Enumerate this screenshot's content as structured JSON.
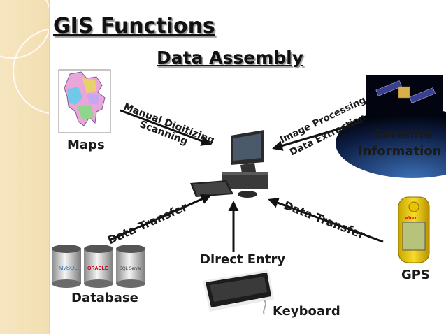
{
  "slide": {
    "title": "GIS Functions",
    "subtitle": "Data Assembly"
  },
  "nodes": {
    "maps": "Maps",
    "satellite_line1": "Satellite",
    "satellite_line2": "Information",
    "database": "Database",
    "gps": "GPS",
    "keyboard": "Keyboard",
    "direct_entry": "Direct Entry"
  },
  "edges": {
    "manual_digitizing": "Manual Digitizing",
    "scanning": "Scanning",
    "image_processing": "Image Processing",
    "data_extraction": "Data Extraction",
    "data_transfer_left": "Data Transfer",
    "data_transfer_right": "Data Transfer"
  },
  "db_labels": [
    "MySQL",
    "ORACLE",
    "SQL Server"
  ],
  "gps_brand": "eTrex"
}
